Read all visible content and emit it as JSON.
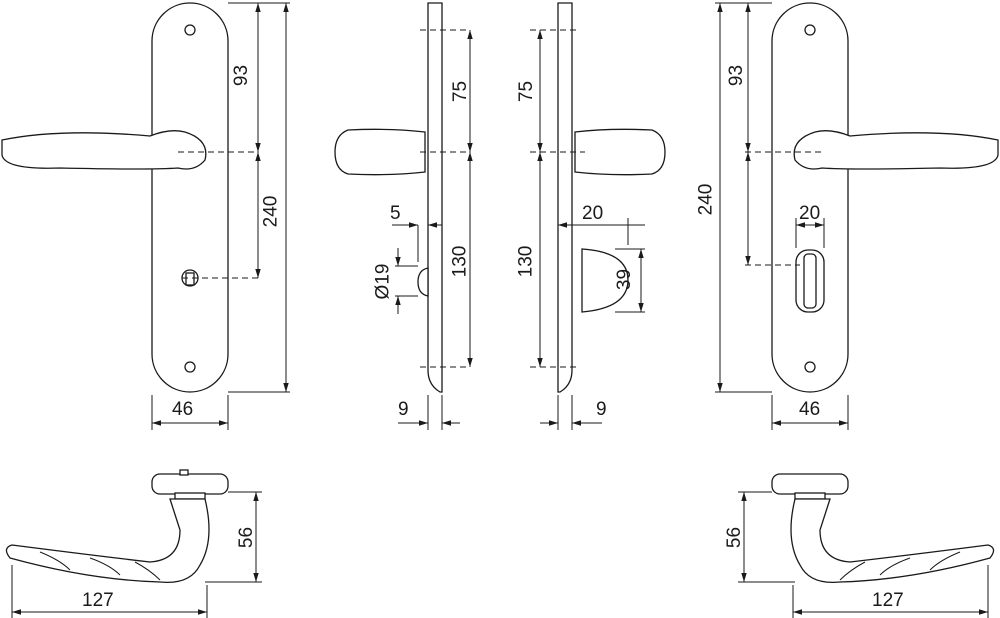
{
  "dimensions": {
    "front_left": {
      "upper": "93",
      "overall": "240",
      "width": "46"
    },
    "side_left": {
      "upper": "75",
      "lower": "130",
      "offset": "5",
      "diameter": "Ø19",
      "thickness": "9"
    },
    "side_right": {
      "upper": "75",
      "lower": "130",
      "offset": "20",
      "knob": "39",
      "thickness": "9"
    },
    "front_right": {
      "upper": "93",
      "overall": "240",
      "knob_width": "20",
      "width": "46"
    },
    "handle_left": {
      "height": "56",
      "length": "127"
    },
    "handle_right": {
      "height": "56",
      "length": "127"
    }
  }
}
